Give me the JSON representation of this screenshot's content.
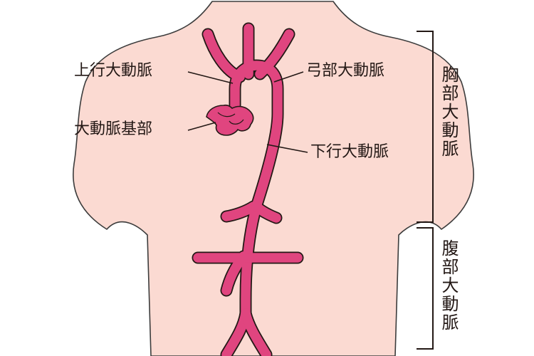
{
  "colors": {
    "skin": "#fbdad2",
    "outline": "#3c3c3c",
    "aorta": "#e0457f",
    "aorta_outline": "#231815",
    "text": "#231815"
  },
  "labels": {
    "ascending_aorta": "上行大動脈",
    "aortic_arch": "弓部大動脈",
    "aortic_root": "大動脈基部",
    "descending_aorta": "下行大動脈",
    "thoracic_aorta": "胸部大動脈",
    "abdominal_aorta": "腹部大動脈"
  }
}
